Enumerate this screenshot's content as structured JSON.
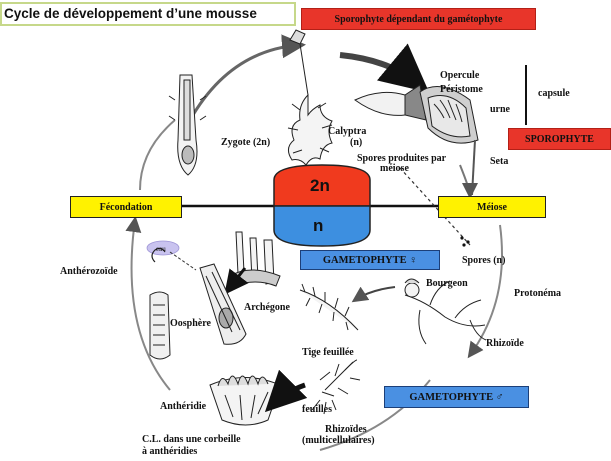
{
  "title": "Cycle de développement d’une mousse",
  "boxes": {
    "sporophyte_dependant": "Sporophyte dépendant du gamétophyte",
    "sporophyte": "SPOROPHYTE",
    "fecondation": "Fécondation",
    "meiose": "Méiose",
    "gametophyte_female": "GAMETOPHYTE ♀",
    "gametophyte_male": "GAMETOPHYTE ♂"
  },
  "ploidy": {
    "diploid": "2n",
    "haploid": "n"
  },
  "labels": {
    "operculum": "Opercule",
    "peristome": "Péristome",
    "capsule": "capsule",
    "urne": "urne",
    "calyptra": "Calyptra",
    "calyptra_n": "(n)",
    "spores_meiose_1": "Spores produites par",
    "spores_meiose_2": "méiose",
    "seta": "Seta",
    "zygote": "Zygote (2n)",
    "spores_n": "Spores (n)",
    "bourgeon": "Bourgeon",
    "protonema": "Protonéma",
    "rhizoide": "Rhizoïde",
    "archegone": "Archégone",
    "tige_feuillee": "Tige feuillée",
    "oosphere": "Oosphère",
    "antherozoide": "Anthérozoïde",
    "eau": "eau",
    "antheridie": "Anthéridie",
    "feuilles": "feuilles",
    "rhizoides_1": "Rhizoïdes",
    "rhizoides_2": "(multicellulaires)",
    "cl_1": "C.L. dans une corbeille",
    "cl_2": "à anthéridies"
  },
  "colors": {
    "red": "#e8352a",
    "yellow": "#fff200",
    "blue": "#4a90e2",
    "title_border": "#c6d88a",
    "eau_bubble": "#c9c3ef"
  }
}
